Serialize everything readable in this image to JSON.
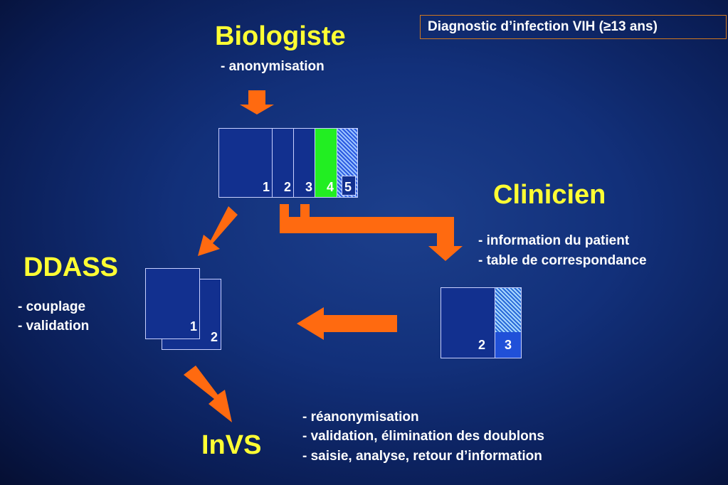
{
  "title": "Diagnostic d’infection VIH (≥13 ans)",
  "biologiste": {
    "name": "Biologiste",
    "tasks": [
      "- anonymisation"
    ]
  },
  "clinicien": {
    "name": "Clinicien",
    "tasks": [
      "- information du patient",
      "- table de correspondance"
    ]
  },
  "ddass": {
    "name": "DDASS",
    "tasks": [
      "- couplage",
      "- validation"
    ]
  },
  "invs": {
    "name": "InVS",
    "tasks": [
      "- réanonymisation",
      "- validation, élimination des doublons",
      "- saisie, analyse, retour d’information"
    ]
  },
  "form_bio": {
    "labels": [
      "1",
      "2",
      "3",
      "4",
      "5"
    ]
  },
  "form_ddass": {
    "labels": [
      "1",
      "2"
    ]
  },
  "form_clin": {
    "labels": [
      "2",
      "3"
    ]
  },
  "colors": {
    "background": "#12307a",
    "arrow": "#ff6a10",
    "actor": "#ffff33",
    "green": "#22ee22",
    "border": "#d07820"
  }
}
